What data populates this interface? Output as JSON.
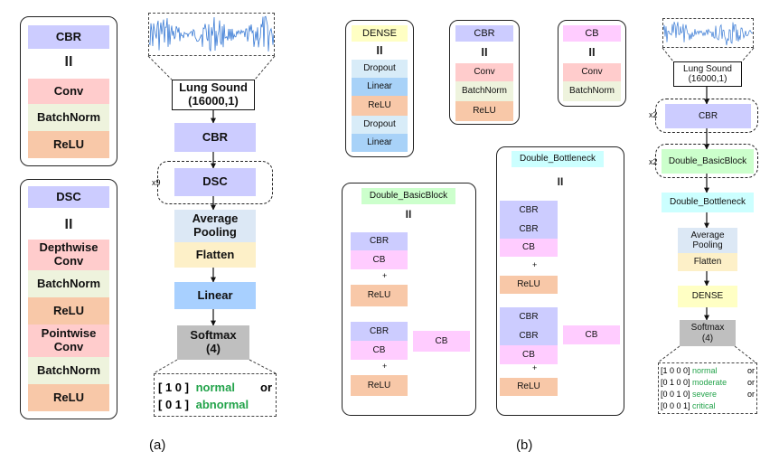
{
  "left_legend": {
    "cbr_title": "CBR",
    "eq": "II",
    "cbr_parts": [
      "Conv",
      "BatchNorm",
      "ReLU"
    ],
    "dsc_title": "DSC",
    "dsc_parts": [
      "Depthwise Conv",
      "BatchNorm",
      "ReLU",
      "Pointwise Conv",
      "BatchNorm",
      "ReLU"
    ]
  },
  "pipeline_a": {
    "input": "Lung Sound",
    "input_shape": "(16000,1)",
    "cbr": "CBR",
    "repeat": "x9",
    "dsc": "DSC",
    "avg_pool": "Average Pooling",
    "flatten": "Flatten",
    "linear": "Linear",
    "softmax": "Softmax",
    "softmax_n": "(4)",
    "out_row1_code": "[ 1 0 ]",
    "out_row1_label": "normal",
    "out_or": "or",
    "out_row2_code": "[ 0 1 ]",
    "out_row2_label": "abnormal"
  },
  "legend_b": {
    "dense_title": "DENSE",
    "dense_parts": [
      "Dropout",
      "Linear",
      "ReLU",
      "Dropout",
      "Linear"
    ],
    "cbr_title": "CBR",
    "cbr_parts": [
      "Conv",
      "BatchNorm",
      "ReLU"
    ],
    "cb_title": "CB",
    "cb_parts": [
      "Conv",
      "BatchNorm"
    ],
    "eq": "II"
  },
  "basic_block": {
    "title": "Double_BasicBlock",
    "eq": "II",
    "cbr": "CBR",
    "cb": "CB",
    "relu": "ReLU",
    "plus": "+"
  },
  "bottleneck": {
    "title": "Double_Bottleneck",
    "eq": "II",
    "cbr": "CBR",
    "cb": "CB",
    "relu": "ReLU",
    "plus": "+"
  },
  "pipeline_b": {
    "input": "Lung Sound",
    "input_shape": "(16000,1)",
    "repeat1": "x2",
    "cbr": "CBR",
    "repeat2": "x2",
    "basic": "Double_BasicBlock",
    "bottleneck": "Double_Bottleneck",
    "avg_pool": "Average Pooling",
    "flatten": "Flatten",
    "dense": "DENSE",
    "softmax": "Softmax",
    "softmax_n": "(4)",
    "outputs": [
      {
        "code": "[1 0 0 0]",
        "label": "normal",
        "or": "or"
      },
      {
        "code": "[0 1 0 0]",
        "label": "moderate",
        "or": "or"
      },
      {
        "code": "[0 0 1 0]",
        "label": "severe",
        "or": "or"
      },
      {
        "code": "[0 0 0 1]",
        "label": "critical",
        "or": ""
      }
    ]
  },
  "captions": {
    "a": "(a)",
    "b": "(b)"
  },
  "colors": {
    "cbr": "#ccccff",
    "conv": "#ffcccc",
    "batchnorm": "#eef3dd",
    "relu": "#f8c8a8",
    "linear": "#a8d0ff",
    "softmax": "#bfbfbf",
    "cb": "#ffccff",
    "basicblock": "#ccffcc",
    "bottleneck": "#ccffff",
    "dense": "#ffffc4",
    "green_text": "#22a34a"
  }
}
